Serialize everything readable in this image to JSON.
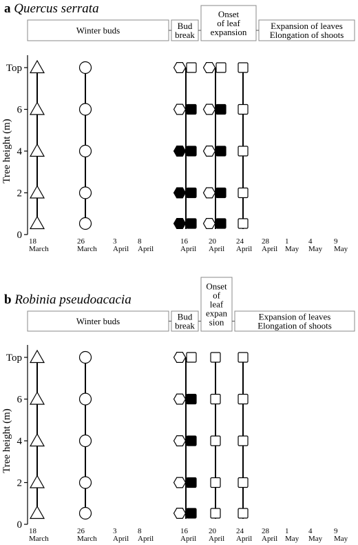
{
  "chart_data": [
    {
      "panel_letter": "a",
      "species": "Quercus serrata",
      "type": "phenology-timeline",
      "ylabel": "Tree height (m)",
      "y_ticks": [
        "0",
        "2",
        "4",
        "6",
        "Top"
      ],
      "x_ticks": [
        {
          "day": "18",
          "month": "March"
        },
        {
          "day": "26",
          "month": "March"
        },
        {
          "day": "3",
          "month": "April"
        },
        {
          "day": "8",
          "month": "April"
        },
        {
          "day": "16",
          "month": "April"
        },
        {
          "day": "20",
          "month": "April"
        },
        {
          "day": "24",
          "month": "April"
        },
        {
          "day": "28",
          "month": "April"
        },
        {
          "day": "1",
          "month": "May"
        },
        {
          "day": "4",
          "month": "May"
        },
        {
          "day": "9",
          "month": "May"
        }
      ],
      "stages": [
        {
          "lines": [
            "Winter buds"
          ]
        },
        {
          "lines": [
            "Bud",
            "break"
          ]
        },
        {
          "lines": [
            "Onset",
            "of leaf",
            "expansion"
          ]
        },
        {
          "lines": [
            "Expansion of leaves",
            "Elongation of shoots"
          ]
        }
      ],
      "observations": [
        {
          "date": "18 March",
          "marker": "triangle",
          "heights": [
            "0",
            "2",
            "4",
            "6",
            "Top"
          ],
          "filled": [
            false,
            false,
            false,
            false,
            false
          ]
        },
        {
          "date": "26 March",
          "marker": "circle",
          "heights": [
            "0",
            "2",
            "4",
            "6",
            "Top"
          ],
          "filled": [
            false,
            false,
            false,
            false,
            false
          ]
        },
        {
          "date": "16 April",
          "marker": "hexagon",
          "heights": [
            "0",
            "2",
            "4",
            "6",
            "Top"
          ],
          "filled": [
            true,
            true,
            true,
            false,
            false
          ]
        },
        {
          "date": "16 April",
          "marker": "square",
          "heights": [
            "0",
            "2",
            "4",
            "6",
            "Top"
          ],
          "filled": [
            true,
            true,
            true,
            true,
            false
          ]
        },
        {
          "date": "20 April",
          "marker": "hexagon",
          "heights": [
            "0",
            "2",
            "4",
            "6",
            "Top"
          ],
          "filled": [
            false,
            false,
            false,
            false,
            false
          ]
        },
        {
          "date": "20 April",
          "marker": "square",
          "heights": [
            "0",
            "2",
            "4",
            "6",
            "Top"
          ],
          "filled": [
            true,
            true,
            true,
            true,
            false
          ]
        },
        {
          "date": "24 April",
          "marker": "square",
          "heights": [
            "0",
            "2",
            "4",
            "6",
            "Top"
          ],
          "filled": [
            false,
            false,
            false,
            false,
            false
          ]
        }
      ]
    },
    {
      "panel_letter": "b",
      "species": "Robinia pseudoacacia",
      "type": "phenology-timeline",
      "ylabel": "Tree height (m)",
      "y_ticks": [
        "0",
        "2",
        "4",
        "6",
        "Top"
      ],
      "x_ticks": [
        {
          "day": "18",
          "month": "March"
        },
        {
          "day": "26",
          "month": "March"
        },
        {
          "day": "3",
          "month": "April"
        },
        {
          "day": "8",
          "month": "April"
        },
        {
          "day": "16",
          "month": "April"
        },
        {
          "day": "20",
          "month": "April"
        },
        {
          "day": "24",
          "month": "April"
        },
        {
          "day": "28",
          "month": "April"
        },
        {
          "day": "1",
          "month": "May"
        },
        {
          "day": "4",
          "month": "May"
        },
        {
          "day": "9",
          "month": "May"
        }
      ],
      "stages": [
        {
          "lines": [
            "Winter buds"
          ]
        },
        {
          "lines": [
            "Bud",
            "break"
          ]
        },
        {
          "lines": [
            "Onset",
            "of",
            "leaf",
            "expan",
            "sion"
          ]
        },
        {
          "lines": [
            "Expansion of leaves",
            "Elongation of shoots"
          ]
        }
      ],
      "observations": [
        {
          "date": "18 March",
          "marker": "triangle",
          "heights": [
            "0",
            "2",
            "4",
            "6",
            "Top"
          ],
          "filled": [
            false,
            false,
            false,
            false,
            false
          ]
        },
        {
          "date": "26 March",
          "marker": "circle",
          "heights": [
            "0",
            "2",
            "4",
            "6",
            "Top"
          ],
          "filled": [
            false,
            false,
            false,
            false,
            false
          ]
        },
        {
          "date": "16 April",
          "marker": "hexagon",
          "heights": [
            "0",
            "2",
            "4",
            "6",
            "Top"
          ],
          "filled": [
            false,
            false,
            false,
            false,
            false
          ]
        },
        {
          "date": "16 April",
          "marker": "square",
          "heights": [
            "0",
            "2",
            "4",
            "6",
            "Top"
          ],
          "filled": [
            true,
            true,
            true,
            true,
            false
          ]
        },
        {
          "date": "20 April",
          "marker": "square",
          "heights": [
            "0",
            "2",
            "4",
            "6",
            "Top"
          ],
          "filled": [
            false,
            false,
            false,
            false,
            false
          ]
        },
        {
          "date": "24 April",
          "marker": "square",
          "heights": [
            "0",
            "2",
            "4",
            "6",
            "Top"
          ],
          "filled": [
            false,
            false,
            false,
            false,
            false
          ]
        }
      ]
    }
  ]
}
